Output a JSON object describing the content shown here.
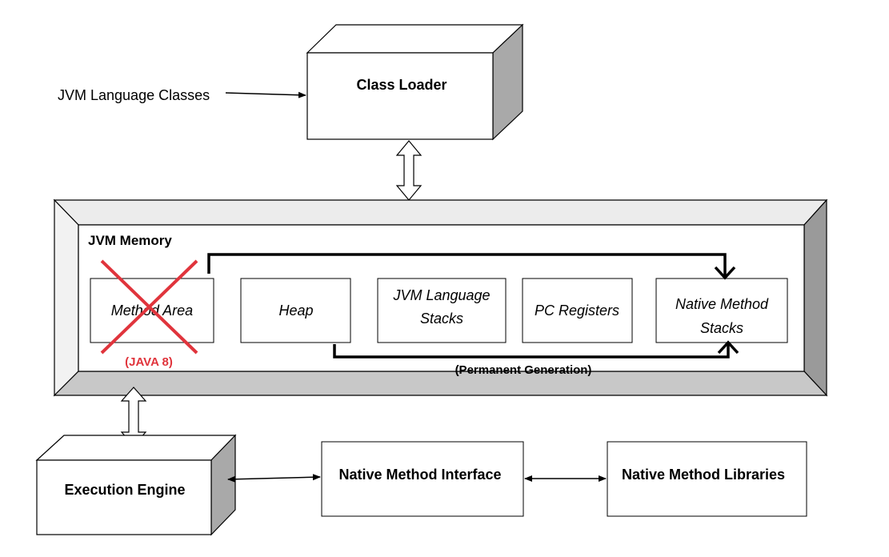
{
  "labels": {
    "jvm_language_classes": "JVM Language Classes",
    "class_loader": "Class Loader",
    "jvm_memory": "JVM Memory",
    "method_area": "Method Area",
    "heap": "Heap",
    "jvm_language_stacks_line1": "JVM Language",
    "jvm_language_stacks_line2": "Stacks",
    "pc_registers": "PC Registers",
    "native_method_stacks_line1": "Native Method",
    "native_method_stacks_line2": "Stacks",
    "java8_note": "(JAVA 8)",
    "permanent_generation": "(Permanent Generation)",
    "execution_engine": "Execution Engine",
    "native_method_interface": "Native Method Interface",
    "native_method_libraries": "Native Method Libraries"
  },
  "colors": {
    "cross_out": "#e0343c",
    "bevel_dark": "#9a9a9a",
    "bevel_mid": "#c8c8c8",
    "bevel_light": "#ececec"
  }
}
